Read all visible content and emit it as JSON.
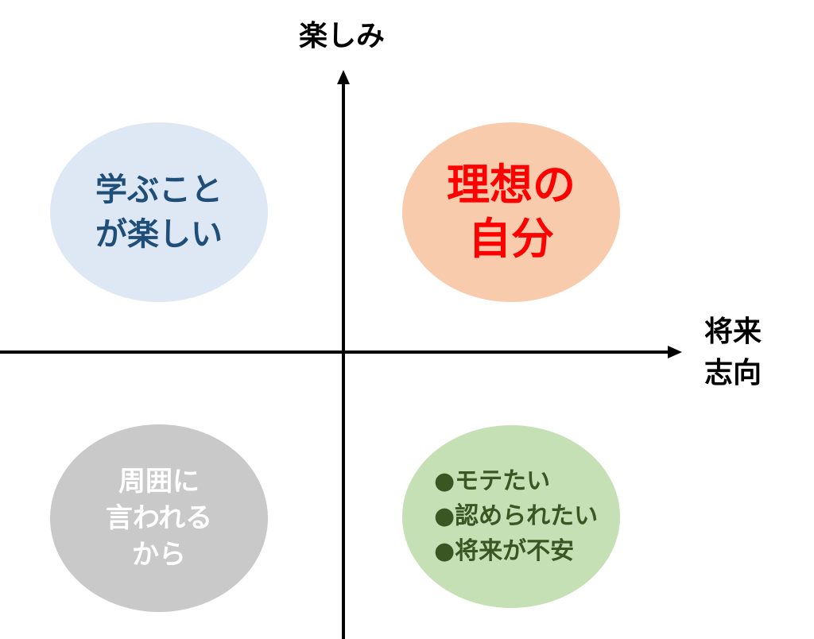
{
  "axes": {
    "y_label": "楽しみ",
    "x_label_lines": [
      "将来",
      "志向"
    ]
  },
  "quadrants": {
    "top_left": {
      "lines": [
        "学ぶこと",
        "が楽しい"
      ],
      "fill": "#dde8f4",
      "text_color": "#1f4e79"
    },
    "top_right": {
      "lines": [
        "理想の",
        "自分"
      ],
      "fill": "#f8cbad",
      "text_color": "#ff0000"
    },
    "bottom_left": {
      "lines": [
        "周囲に",
        "言われる",
        "から"
      ],
      "fill": "#c9c9c9",
      "text_color": "#ffffff"
    },
    "bottom_right": {
      "lines": [
        "●モテたい",
        "●認められたい",
        "●将来が不安"
      ],
      "fill": "#c5e0b4",
      "text_color": "#385723"
    }
  }
}
